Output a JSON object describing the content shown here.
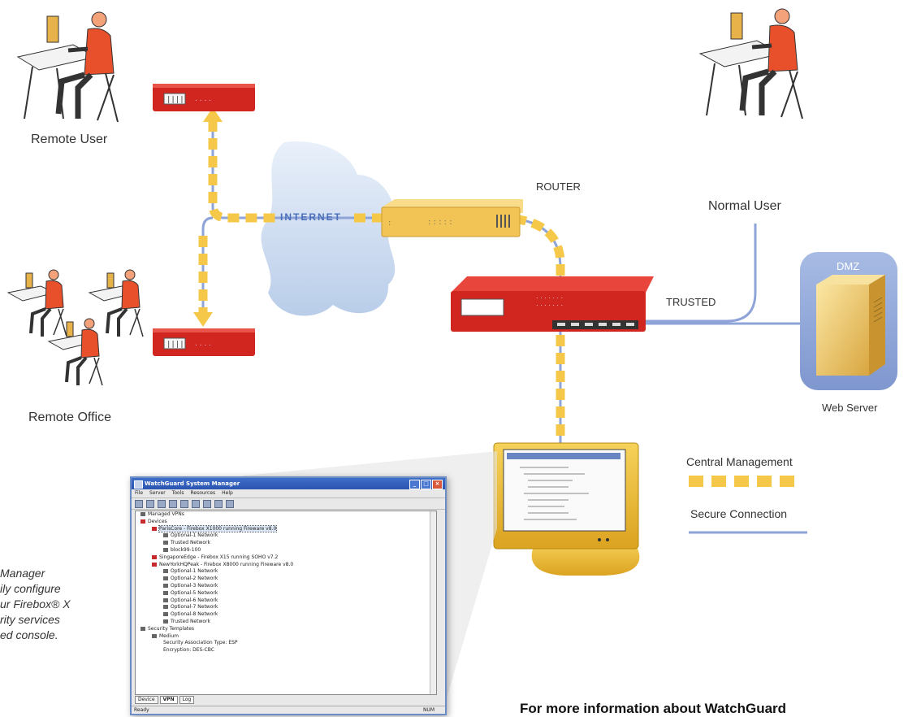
{
  "labels": {
    "remote_user": "Remote User",
    "remote_office": "Remote Office",
    "internet": "INTERNET",
    "router": "ROUTER",
    "normal_user": "Normal User",
    "trusted": "TRUSTED",
    "dmz": "DMZ",
    "web_server": "Web Server"
  },
  "legend": {
    "central_management": "Central Management",
    "secure_connection": "Secure Connection"
  },
  "caption": {
    "lines": [
      "Manager",
      "ily configure",
      "ur Firebox® X",
      "rity services",
      "ed console."
    ]
  },
  "footer": {
    "text": "For more information about WatchGuard"
  },
  "colors": {
    "central_management": "#f5c84a",
    "secure_connection": "#8ea4d8",
    "firebox_red": "#d0261f",
    "router_yellow": "#f2c455",
    "dmz_blue": "#8da3d6",
    "cloud": "#c6d8f0"
  },
  "window": {
    "title": "WatchGuard System Manager",
    "menu": [
      "File",
      "Server",
      "Tools",
      "Resources",
      "Help"
    ],
    "tree": [
      {
        "text": "Managed VPNs",
        "level": 1,
        "icon": "gray"
      },
      {
        "text": "Devices",
        "level": 1,
        "icon": "red"
      },
      {
        "text": "ParisCore - Firebox X1000 running Fireware v8.0",
        "level": 2,
        "icon": "red",
        "selected": true
      },
      {
        "text": "Optional-1 Network",
        "level": 3,
        "icon": "gray"
      },
      {
        "text": "Trusted Network",
        "level": 3,
        "icon": "gray"
      },
      {
        "text": "block99-100",
        "level": 3,
        "icon": "gray"
      },
      {
        "text": "SingaporeEdge - Firebox X15 running SOHO v7.2",
        "level": 2,
        "icon": "red"
      },
      {
        "text": "NewYorkHQPeak - Firebox X8000 running Fireware v8.0",
        "level": 2,
        "icon": "red"
      },
      {
        "text": "Optional-1 Network",
        "level": 3,
        "icon": "gray"
      },
      {
        "text": "Optional-2 Network",
        "level": 3,
        "icon": "gray"
      },
      {
        "text": "Optional-3 Network",
        "level": 3,
        "icon": "gray"
      },
      {
        "text": "Optional-5 Network",
        "level": 3,
        "icon": "gray"
      },
      {
        "text": "Optional-6 Network",
        "level": 3,
        "icon": "gray"
      },
      {
        "text": "Optional-7 Network",
        "level": 3,
        "icon": "gray"
      },
      {
        "text": "Optional-8 Network",
        "level": 3,
        "icon": "gray"
      },
      {
        "text": "Trusted Network",
        "level": 3,
        "icon": "gray"
      },
      {
        "text": "Security Templates",
        "level": 1,
        "icon": "gray"
      },
      {
        "text": "Medium",
        "level": 2,
        "icon": "gray"
      },
      {
        "text": "Security Association Type: ESP",
        "level": 3,
        "icon": "none"
      },
      {
        "text": "Encryption: DES-CBC",
        "level": 3,
        "icon": "none"
      }
    ],
    "tabs": [
      {
        "label": "Device",
        "active": false
      },
      {
        "label": "VPN",
        "active": true
      },
      {
        "label": "Log",
        "active": false
      }
    ],
    "status_text": "Ready",
    "status_num": "NUM"
  }
}
